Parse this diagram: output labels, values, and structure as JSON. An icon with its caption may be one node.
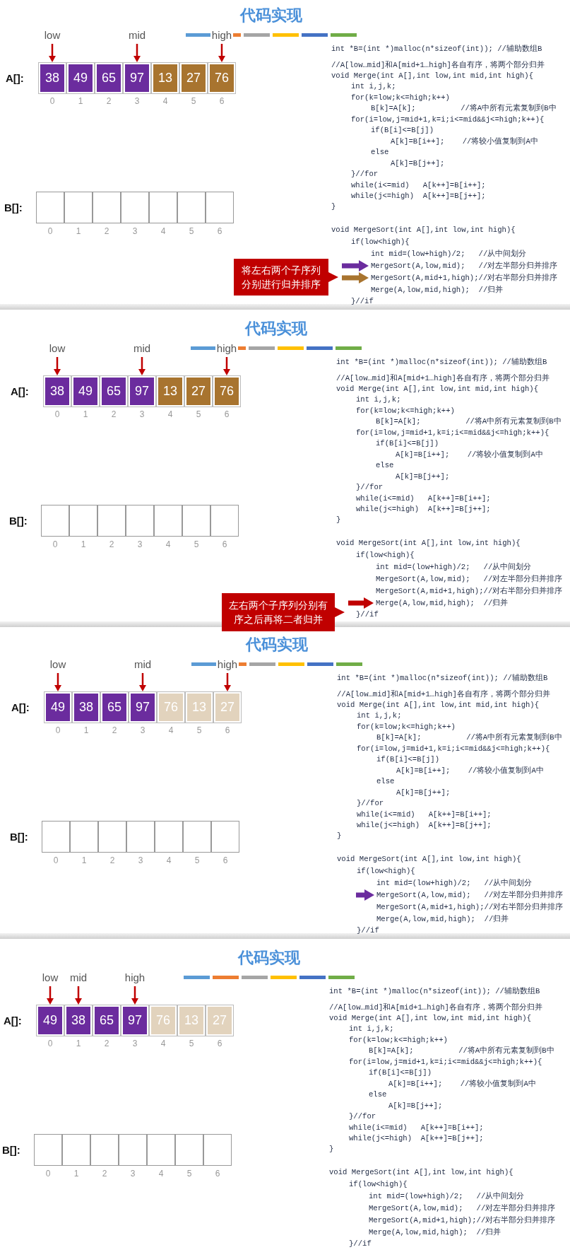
{
  "diagram": {
    "nodes": [
      {
        "text": [
          "low"
        ]
      },
      {
        "text": [
          "mid"
        ]
      },
      {
        "text": [
          "high"
        ]
      },
      {
        "text": [
          "38"
        ]
      },
      {
        "text": [
          "49"
        ]
      },
      {
        "text": [
          "65"
        ]
      },
      {
        "text": [
          "97"
        ]
      },
      {
        "text": [
          "13"
        ]
      },
      {
        "text": [
          "27"
        ]
      },
      {
        "text": [
          "76"
        ]
      },
      {
        "text": [],
        "shape": "box"
      },
      {
        "text": [],
        "shape": "box"
      },
      {
        "text": [],
        "shape": "box"
      },
      {
        "text": [],
        "shape": "box"
      },
      {
        "text": [],
        "shape": "box"
      },
      {
        "text": [],
        "shape": "box"
      },
      {
        "text": [],
        "shape": "box"
      },
      {
        "text": [
          "将左右两个子序列分别进行归并排序"
        ]
      },
      {
        "text": [
          "MergeSort(A,low,mid);   //对左半部分归并排序"
        ]
      },
      {
        "text": [
          "MergeSort(A,mid+1,high);//对右半部分归并排序"
        ]
      },
      {
        "text": [
          "low"
        ]
      },
      {
        "text": [
          "mid"
        ]
      },
      {
        "text": [
          "high"
        ]
      },
      {
        "text": [
          "38"
        ]
      },
      {
        "text": [
          "49"
        ]
      },
      {
        "text": [
          "65"
        ]
      },
      {
        "text": [
          "97"
        ]
      },
      {
        "text": [
          "13"
        ]
      },
      {
        "text": [
          "27"
        ]
      },
      {
        "text": [
          "76"
        ]
      },
      {
        "text": [],
        "shape": "box"
      },
      {
        "text": [],
        "shape": "box"
      },
      {
        "text": [],
        "shape": "box"
      },
      {
        "text": [],
        "shape": "box"
      },
      {
        "text": [],
        "shape": "box"
      },
      {
        "text": [],
        "shape": "box"
      },
      {
        "text": [],
        "shape": "box"
      },
      {
        "text": [
          "左右两个子序列分别有序之后再将二者归并"
        ]
      },
      {
        "text": [
          "Merge(A,low,mid,high);  //归并"
        ]
      },
      {
        "text": [
          "low"
        ]
      },
      {
        "text": [
          "mid"
        ]
      },
      {
        "text": [
          "high"
        ]
      },
      {
        "text": [
          "49"
        ]
      },
      {
        "text": [
          "38"
        ]
      },
      {
        "text": [
          "65"
        ]
      },
      {
        "text": [
          "97"
        ]
      },
      {
        "text": [
          "76"
        ]
      },
      {
        "text": [
          "13"
        ]
      },
      {
        "text": [
          "27"
        ]
      },
      {
        "text": [],
        "shape": "box"
      },
      {
        "text": [],
        "shape": "box"
      },
      {
        "text": [],
        "shape": "box"
      },
      {
        "text": [],
        "shape": "box"
      },
      {
        "text": [],
        "shape": "box"
      },
      {
        "text": [],
        "shape": "box"
      },
      {
        "text": [],
        "shape": "box"
      },
      {
        "text": [
          "MergeSort(A,low,mid);   //对左半部分归并排序"
        ]
      },
      {
        "text": [
          "low"
        ]
      },
      {
        "text": [
          "mid"
        ]
      },
      {
        "text": [
          "high"
        ]
      },
      {
        "text": [
          "49"
        ]
      },
      {
        "text": [
          "38"
        ]
      },
      {
        "text": [
          "65"
        ]
      },
      {
        "text": [
          "97"
        ]
      },
      {
        "text": [
          "76"
        ]
      },
      {
        "text": [
          "13"
        ]
      },
      {
        "text": [
          "27"
        ]
      },
      {
        "text": [],
        "shape": "box"
      },
      {
        "text": [],
        "shape": "box"
      },
      {
        "text": [],
        "shape": "box"
      },
      {
        "text": [],
        "shape": "box"
      },
      {
        "text": [],
        "shape": "box"
      },
      {
        "text": [],
        "shape": "box"
      },
      {
        "text": [],
        "shape": "box"
      }
    ],
    "edges": [
      {
        "from": 0,
        "to": 3,
        "arrow": "to"
      },
      {
        "from": 1,
        "to": 6,
        "arrow": "to"
      },
      {
        "from": 2,
        "to": 9,
        "arrow": "to"
      },
      {
        "from": 17,
        "to": 18,
        "arrow": "to",
        "style": "thick",
        "color": "#6b2c9e"
      },
      {
        "from": 17,
        "to": 19,
        "arrow": "to",
        "style": "thick",
        "color": "#a8742f"
      },
      {
        "from": 20,
        "to": 23,
        "arrow": "to"
      },
      {
        "from": 21,
        "to": 26,
        "arrow": "to"
      },
      {
        "from": 22,
        "to": 29,
        "arrow": "to"
      },
      {
        "from": 37,
        "to": 38,
        "arrow": "to",
        "style": "thick"
      },
      {
        "from": 39,
        "to": 42,
        "arrow": "to"
      },
      {
        "from": 40,
        "to": 45,
        "arrow": "to"
      },
      {
        "from": 41,
        "to": 48,
        "arrow": "to"
      },
      {
        "from": null,
        "to": 56,
        "arrow": "to",
        "style": "thick",
        "color": "#6b2c9e"
      },
      {
        "from": 57,
        "to": 60,
        "arrow": "to"
      },
      {
        "from": 58,
        "to": 61,
        "arrow": "to"
      },
      {
        "from": 59,
        "to": 63,
        "arrow": "to"
      }
    ],
    "labels": [
      "代码实现",
      "A[]:",
      "0",
      "1",
      "2",
      "3",
      "4",
      "5",
      "6",
      "B[]:",
      "0",
      "1",
      "2",
      "3",
      "4",
      "5",
      "6",
      "int *B=(int *)malloc(n*sizeof(int)); //辅助数组B",
      "//A[low…mid]和A[mid+1…high]各自有序，将两个部分归并",
      "void Merge(int A[],int low,int mid,int high){",
      "int i,j,k;",
      "for(k=low;k<=high;k++)",
      "B[k]=A[k];          //将A中所有元素复制到B中",
      "for(i=low,j=mid+1,k=i;i<=mid&&j<=high;k++){",
      "if(B[i]<=B[j])",
      "A[k]=B[i++];    //将较小值复制到A中",
      "else",
      "A[k]=B[j++];",
      "}//for",
      "while(i<=mid)   A[k++]=B[i++];",
      "while(j<=high)  A[k++]=B[j++];",
      "}",
      "void MergeSort(int A[],int low,int high){",
      "if(low<high){",
      "int mid=(low+high)/2;   //从中间划分",
      "Merge(A,low,mid,high);  //归并",
      "}//if",
      "代码实现",
      "A[]:",
      "0",
      "1",
      "2",
      "3",
      "4",
      "5",
      "6",
      "B[]:",
      "0",
      "1",
      "2",
      "3",
      "4",
      "5",
      "6",
      "int *B=(int *)malloc(n*sizeof(int)); //辅助数组B",
      "//A[low…mid]和A[mid+1…high]各自有序，将两个部分归并",
      "void Merge(int A[],int low,int mid,int high){",
      "int i,j,k;",
      "for(k=low;k<=high;k++)",
      "B[k]=A[k];          //将A中所有元素复制到B中",
      "for(i=low,j=mid+1,k=i;i<=mid&&j<=high;k++){",
      "if(B[i]<=B[j])",
      "A[k]=B[i++];    //将较小值复制到A中",
      "else",
      "A[k]=B[j++];",
      "}//for",
      "while(i<=mid)   A[k++]=B[i++];",
      "while(j<=high)  A[k++]=B[j++];",
      "}",
      "void MergeSort(int A[],int low,int high){",
      "if(low<high){",
      "int mid=(low+high)/2;   //从中间划分",
      "MergeSort(A,low,mid);   //对左半部分归并排序",
      "MergeSort(A,mid+1,high);//对右半部分归并排序",
      "}//if",
      "代码实现",
      "A[]:",
      "0",
      "1",
      "2",
      "3",
      "4",
      "5",
      "6",
      "B[]:",
      "0",
      "1",
      "2",
      "3",
      "4",
      "5",
      "6",
      "int *B=(int *)malloc(n*sizeof(int)); //辅助数组B",
      "//A[low…mid]和A[mid+1…high]各自有序，将两个部分归并",
      "void Merge(int A[],int low,int mid,int high){",
      "int i,j,k;",
      "for(k=low;k<=high;k++)",
      "B[k]=A[k];          //将A中所有元素复制到B中",
      "for(i=low,j=mid+1,k=i;i<=mid&&j<=high;k++){",
      "if(B[i]<=B[j])",
      "A[k]=B[i++];    //将较小值复制到A中",
      "else",
      "A[k]=B[j++];",
      "}//for",
      "while(i<=mid)   A[k++]=B[i++];",
      "while(j<=high)  A[k++]=B[j++];",
      "}",
      "void MergeSort(int A[],int low,int high){",
      "if(low<high){",
      "int mid=(low+high)/2;   //从中间划分",
      "MergeSort(A,mid+1,high);//对右半部分归并排序",
      "Merge(A,low,mid,high);  //归并",
      "}//if",
      "代码实现",
      "A[]:",
      "0",
      "1",
      "2",
      "3",
      "4",
      "5",
      "6",
      "B[]:",
      "0",
      "1",
      "2",
      "3",
      "4",
      "5",
      "6",
      "int *B=(int *)malloc(n*sizeof(int)); //辅助数组B",
      "//A[low…mid]和A[mid+1…high]各自有序，将两个部分归并",
      "void Merge(int A[],int low,int mid,int high){",
      "int i,j,k;",
      "for(k=low;k<=high;k++)",
      "B[k]=A[k];          //将A中所有元素复制到B中",
      "for(i=low,j=mid+1,k=i;i<=mid&&j<=high;k++){",
      "if(B[i]<=B[j])",
      "A[k]=B[i++];    //将较小值复制到A中",
      "else",
      "A[k]=B[j++];",
      "}//for",
      "while(i<=mid)   A[k++]=B[i++];",
      "while(j<=high)  A[k++]=B[j++];",
      "}",
      "void MergeSort(int A[],int low,int high){",
      "if(low<high){",
      "int mid=(low+high)/2;   //从中间划分",
      "MergeSort(A,low,mid);   //对左半部分归并排序",
      "MergeSort(A,mid+1,high);//对右半部分归并排序",
      "Merge(A,low,mid,high);  //归并",
      "}//if"
    ]
  }
}
